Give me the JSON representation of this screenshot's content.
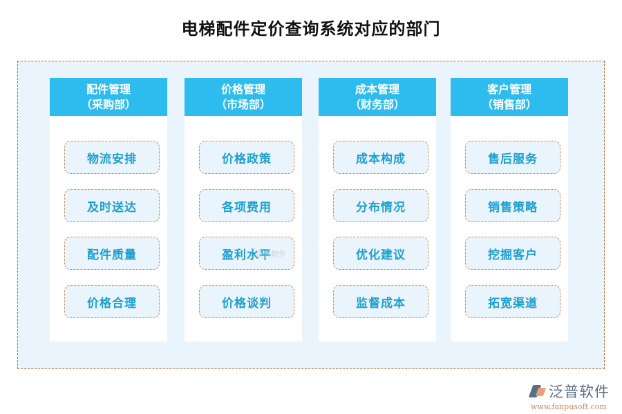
{
  "title": "电梯配件定价查询系统对应的部门",
  "colors": {
    "header_bg": "#2ebbee",
    "panel_bg": "#eaf4fd",
    "item_text": "#1e9fd0",
    "dashed_border": "#c0672a"
  },
  "columns": [
    {
      "title": "配件管理",
      "dept": "（采购部）",
      "items": [
        "物流安排",
        "及时送达",
        "配件质量",
        "价格合理"
      ]
    },
    {
      "title": "价格管理",
      "dept": "（市场部）",
      "items": [
        "价格政策",
        "各项费用",
        "盈利水平",
        "价格谈判"
      ]
    },
    {
      "title": "成本管理",
      "dept": "（财务部）",
      "items": [
        "成本构成",
        "分布情况",
        "优化建议",
        "监督成本"
      ]
    },
    {
      "title": "客户管理",
      "dept": "（销售部）",
      "items": [
        "售后服务",
        "销售策略",
        "挖掘客户",
        "拓宽渠道"
      ]
    }
  ],
  "watermark": "泛普软件",
  "logo": {
    "name": "泛普软件",
    "url": "www.fanpusoft.com"
  }
}
